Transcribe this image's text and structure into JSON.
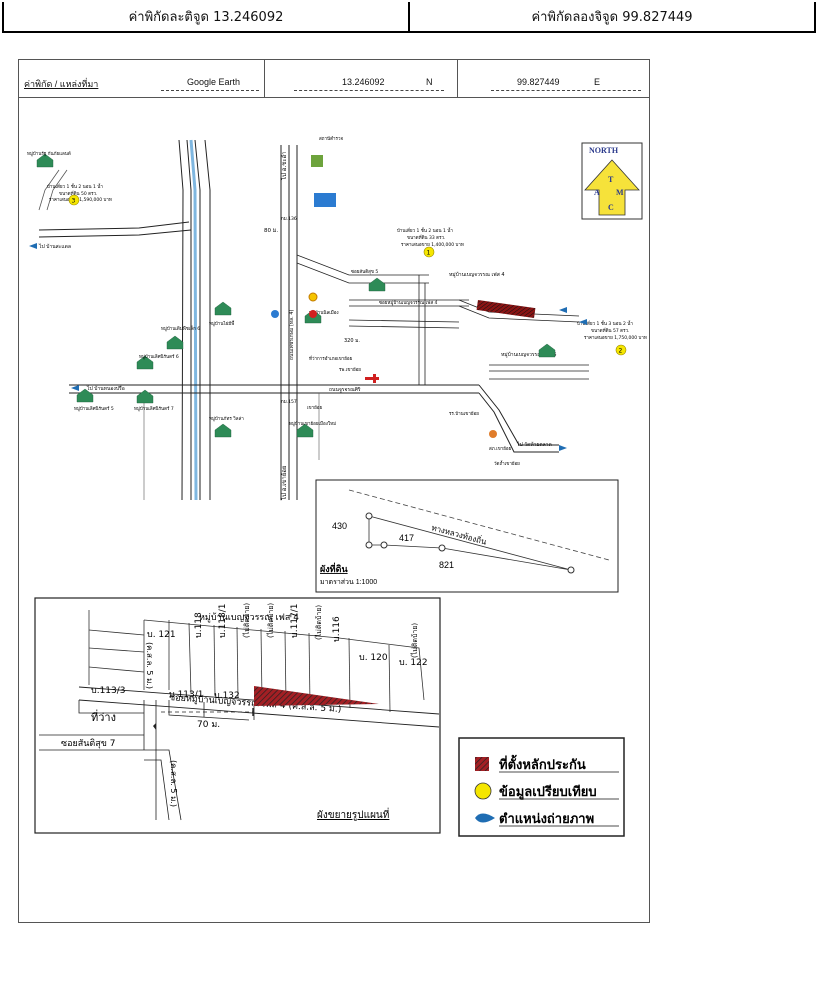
{
  "coordinates": {
    "latitude_label": "ค่าพิกัดละติจูด 13.246092",
    "longitude_label": "ค่าพิกัดลองจิจูด 99.827449"
  },
  "header": {
    "source_label": "ค่าพิกัด / แหล่งที่มา",
    "source_value": "Google Earth",
    "lat_value": "13.246092",
    "lat_dir": "N",
    "lon_value": "99.827449",
    "lon_dir": "E"
  },
  "compass": {
    "north": "NORTH",
    "letters": [
      "T",
      "A",
      "M",
      "C"
    ]
  },
  "map_labels": {
    "village_left_top": "หมู่บ้านรัฐ กันภัยแลนด์",
    "comp3_text": [
      "บ้านเดี่ยว 1 ชั้น 2 นอน 1 น้ำ",
      "ขนาดที่ดิน 50 ตรว.",
      "ราคาเสนอขาย 1,590,000 บาท"
    ],
    "comp1_text": [
      "บ้านเดี่ยว 1 ชั้น 2 นอน 1 น้ำ",
      "ขนาดที่ดิน 33 ตรว.",
      "ราคาเสนอขาย 1,400,000 บาท"
    ],
    "comp2_text": [
      "บ้านเดี่ยว 1 ชั้น 3 นอน 2 น้ำ",
      "ขนาดที่ดิน 57 ตรว.",
      "ราคาเสนอขาย 1,750,000 บาท"
    ],
    "to_ban_salao": "ไป บ้านสะแดล",
    "to_ban_nong_prue": "ไป บ้านหนองปรือ",
    "to_wat_ka_talad": "ไป วัดท้ายตลาด",
    "road_petch": "ถนนเพชรเกษม",
    "road_main_right": "ถนนจูรจรณศิริ",
    "hwy_top": "ไป อ.ชะอำ",
    "hwy_bottom": "ไป อ.เขาย้อย",
    "village_phase4": "หมู่บ้านเบญจวรรณ เฟส 4",
    "village_phase5": "หมู่บ้านเบญจวรรณ เฟส 5",
    "soi_phase4": "ซอยหมู่บ้านเบญจวรรณ เฟส 4",
    "soi_santisuk": "ซอยสันติสุข 5",
    "school": "รร.บ้านเขาย้อย",
    "temple": "วัดถ้ำเขาย้อย",
    "police": "สภ.เขาย้อย",
    "district_office": "ที่ว่าการอำเภอเขาย้อย",
    "hospital": "รพ.เขาย้อย",
    "post_office": "สถานีตำรวจ",
    "km137": "กม.136",
    "km157": "กม.157",
    "dist_80": "80 ม.",
    "dist_320": "320 ม.",
    "dist_70_small": "70 ม.",
    "village_labels": [
      "หมู่บ้านเดิมพืชเล็ก 6",
      "หมู่บ้านเลิศนิรันดร์ 6",
      "หมู่บ้านเลิศนิรันดร์ 5",
      "หมู่บ้านเลิศนิรันดร์ 7",
      "หมู่บ้านไผ่มีพื้",
      "หมู่บ้านภัทร วิลล่า",
      "หมู่บ้านเขาย้อยเมืองใหม่",
      "หมู่บ้านนิลเมือง",
      "เขาย้อย"
    ]
  },
  "plot_inset": {
    "title": "ผังที่ดิน",
    "scale": "มาตราส่วน 1:1000",
    "road_label": "ทางหลวงท้องถิ่น",
    "parcel_numbers": [
      "430",
      "417",
      "821"
    ]
  },
  "enlarged_map": {
    "title": "ผังขยายรูปแผนที่",
    "village": "หมู่บ้านเบญจวรรณ เฟส 4",
    "soi": "ซอยหมู่บ้านเบญจวรรณ เฟส 4  (ค.ส.ล. 5 ม.)",
    "lots_top": [
      "บ.\n121",
      "บ.118",
      "บ.118/1",
      "(ไม่ติดบ้าย)",
      "(ไม่ติดบ้าย)",
      "บ.117/1",
      "(ไม่ติดบ้าย)",
      "บ.116",
      "บ.\n120",
      "บ.\n122",
      "(ไม่ติดบ้าย)"
    ],
    "lot_113_3": "บ.113/3",
    "lot_113_1": "บ.113/1",
    "lot_132": "บ.132",
    "vacant": "ที่ว่าง",
    "soi_santisuk7": "ซอยสันติสุข 7",
    "road_side_left": "(ค.ส.ล. 5 ม.)",
    "road_side_bottom": "(ค.ส.ล. 5 ม.)",
    "distance": "70 ม."
  },
  "legend": {
    "items": [
      {
        "label": "ที่ตั้งหลักประกัน",
        "icon": "red-hatched-square",
        "color": "#a31f24"
      },
      {
        "label": "ข้อมูลเปรียบเทียบ",
        "icon": "yellow-circle",
        "color": "#f5e600"
      },
      {
        "label": "ตำแหน่งถ่ายภาพ",
        "icon": "blue-arrow",
        "color": "#1f6db3"
      }
    ]
  },
  "colors": {
    "highway": "#7fb7e0",
    "collateral": "#a31f24",
    "comparison": "#f5e600",
    "photo": "#1f6db3",
    "compass_bg": "#f6e23a"
  }
}
